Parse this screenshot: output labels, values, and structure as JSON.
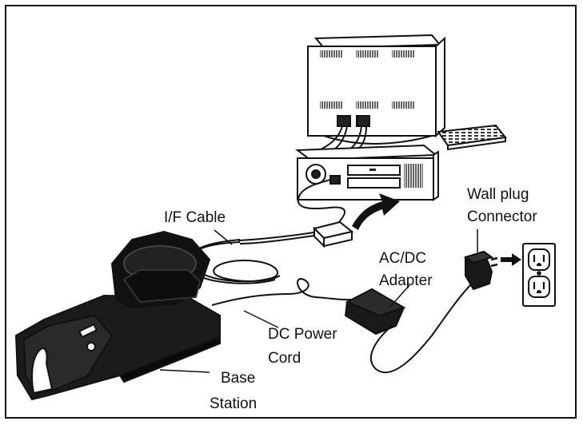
{
  "labels": {
    "if_cable": "I/F Cable",
    "wall_plug_line1": "Wall plug",
    "wall_plug_line2": "Connector",
    "adapter_line1": "AC/DC",
    "adapter_line2": "Adapter",
    "dc_cord_line1": "DC Power",
    "dc_cord_line2": "Cord",
    "base_line1": "Base",
    "base_line2": "Station"
  }
}
